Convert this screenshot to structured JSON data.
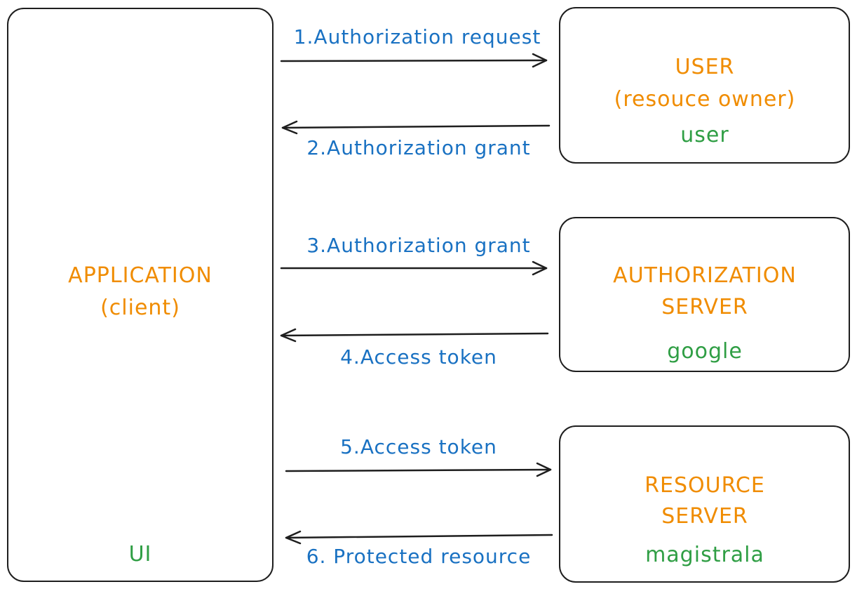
{
  "colors": {
    "orange": "#f08c00",
    "green": "#2f9e44",
    "blue": "#1971c2",
    "stroke": "#1e1e1e"
  },
  "application": {
    "title": "APPLICATION",
    "subtitle": "(client)",
    "footer": "UI"
  },
  "user": {
    "title": "USER",
    "subtitle": "(resouce owner)",
    "footer": "user"
  },
  "auth_server": {
    "title_line1": "AUTHORIZATION",
    "title_line2": "SERVER",
    "footer": "google"
  },
  "resource_server": {
    "title_line1": "RESOURCE",
    "title_line2": "SERVER",
    "footer": "magistrala"
  },
  "flows": [
    {
      "label": "1.Authorization request",
      "direction": "right"
    },
    {
      "label": "2.Authorization grant",
      "direction": "left"
    },
    {
      "label": "3.Authorization grant",
      "direction": "right"
    },
    {
      "label": "4.Access token",
      "direction": "left"
    },
    {
      "label": "5.Access token",
      "direction": "right"
    },
    {
      "label": "6. Protected resource",
      "direction": "left"
    }
  ]
}
